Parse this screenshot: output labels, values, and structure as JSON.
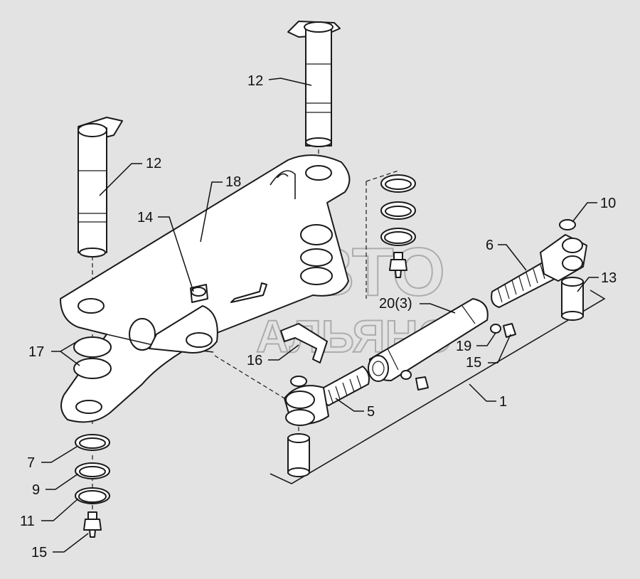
{
  "diagram": {
    "callouts": [
      {
        "id": "c12a",
        "text": "12"
      },
      {
        "id": "c12b",
        "text": "12"
      },
      {
        "id": "c18",
        "text": "18"
      },
      {
        "id": "c14",
        "text": "14"
      },
      {
        "id": "c17",
        "text": "17"
      },
      {
        "id": "c16",
        "text": "16"
      },
      {
        "id": "c7",
        "text": "7"
      },
      {
        "id": "c9",
        "text": "9"
      },
      {
        "id": "c11",
        "text": "11"
      },
      {
        "id": "c15a",
        "text": "15"
      },
      {
        "id": "c5",
        "text": "5"
      },
      {
        "id": "c1",
        "text": "1"
      },
      {
        "id": "c20",
        "text": "20(3)"
      },
      {
        "id": "c19",
        "text": "19"
      },
      {
        "id": "c15b",
        "text": "15"
      },
      {
        "id": "c6",
        "text": "6"
      },
      {
        "id": "c10",
        "text": "10"
      },
      {
        "id": "c13",
        "text": "13"
      }
    ],
    "watermark": {
      "line1": "АВТО",
      "line2": "АЛЬЯНС"
    }
  }
}
